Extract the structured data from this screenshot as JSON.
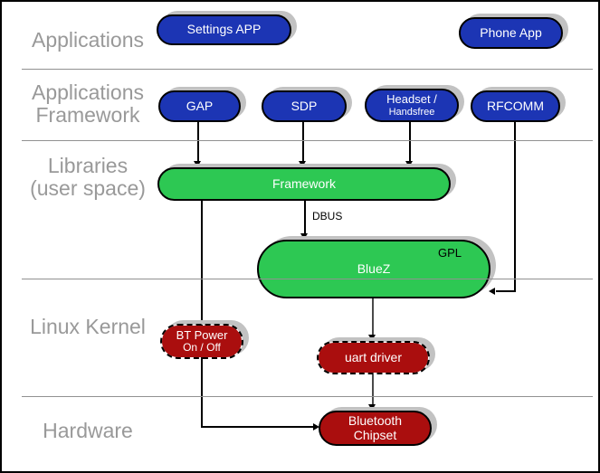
{
  "colors": {
    "blue": "#1c35b4",
    "green": "#2dc853",
    "red": "#aa0e0e",
    "label": "#999999",
    "divider": "#919191",
    "shadow": "#c2c2c2",
    "line": "#000000",
    "grayline": "#4a4a4a"
  },
  "layers": {
    "applications": {
      "line1": "Applications"
    },
    "applications_framework": {
      "line1": "Applications",
      "line2": "Framework"
    },
    "libraries": {
      "line1": "Libraries",
      "line2": "(user space)"
    },
    "linux_kernel": {
      "line1": "Linux Kernel"
    },
    "hardware": {
      "line1": "Hardware"
    }
  },
  "nodes": {
    "settings_app": {
      "label": "Settings APP"
    },
    "phone_app": {
      "label": "Phone App"
    },
    "gap": {
      "label": "GAP"
    },
    "sdp": {
      "label": "SDP"
    },
    "headset": {
      "line1": "Headset /",
      "line2": "Handsfree"
    },
    "rfcomm": {
      "label": "RFCOMM"
    },
    "framework": {
      "label": "Framework"
    },
    "bluez": {
      "label": "BlueZ",
      "license": "GPL"
    },
    "bt_power": {
      "line1": "BT Power",
      "line2": "On / Off"
    },
    "uart_driver": {
      "label": "uart driver"
    },
    "bluetooth_chipset": {
      "line1": "Bluetooth",
      "line2": "Chipset"
    }
  },
  "edges": {
    "dbus_label": "DBUS"
  }
}
